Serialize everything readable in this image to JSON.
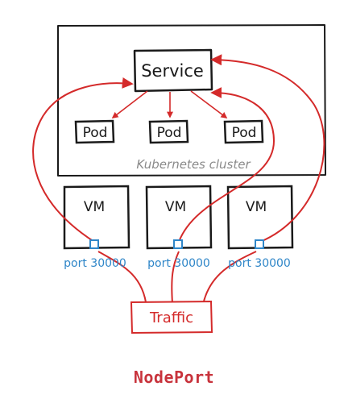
{
  "diagram": {
    "service_label": "Service",
    "pod_label": "Pod",
    "cluster_label": "Kubernetes cluster",
    "vm_label": "VM",
    "port_label": "port 30000",
    "traffic_label": "Traffic",
    "title": "NodePort"
  },
  "colors": {
    "ink": "#1a1a1a",
    "traffic_red": "#d42a2a",
    "port_blue": "#2f86c8",
    "cluster_gray": "#8a8a8a",
    "title_red": "#c8333c"
  }
}
